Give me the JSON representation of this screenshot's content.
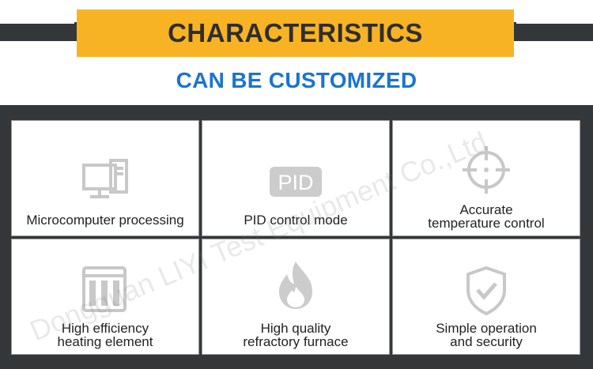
{
  "header": {
    "title": "CHARACTERISTICS",
    "subtitle": "CAN BE CUSTOMIZED"
  },
  "watermark": "Dongguan LIYI Test Equipment Co.,Ltd",
  "colors": {
    "banner": "#f8b324",
    "band": "#34373a",
    "subtitle": "#1a74d0",
    "icon": "#c8c8c8"
  },
  "features": [
    {
      "icon": "computer-icon",
      "lines": [
        "Microcomputer processing"
      ]
    },
    {
      "icon": "pid-icon",
      "icon_text": "PID",
      "lines": [
        "PID control mode"
      ]
    },
    {
      "icon": "crosshair-icon",
      "lines": [
        "Accurate",
        "temperature control"
      ]
    },
    {
      "icon": "heating-element-icon",
      "lines": [
        "High efficiency",
        "heating element"
      ]
    },
    {
      "icon": "flame-icon",
      "lines": [
        "High quality",
        "refractory furnace"
      ]
    },
    {
      "icon": "shield-check-icon",
      "lines": [
        "Simple operation",
        "and security"
      ]
    }
  ]
}
